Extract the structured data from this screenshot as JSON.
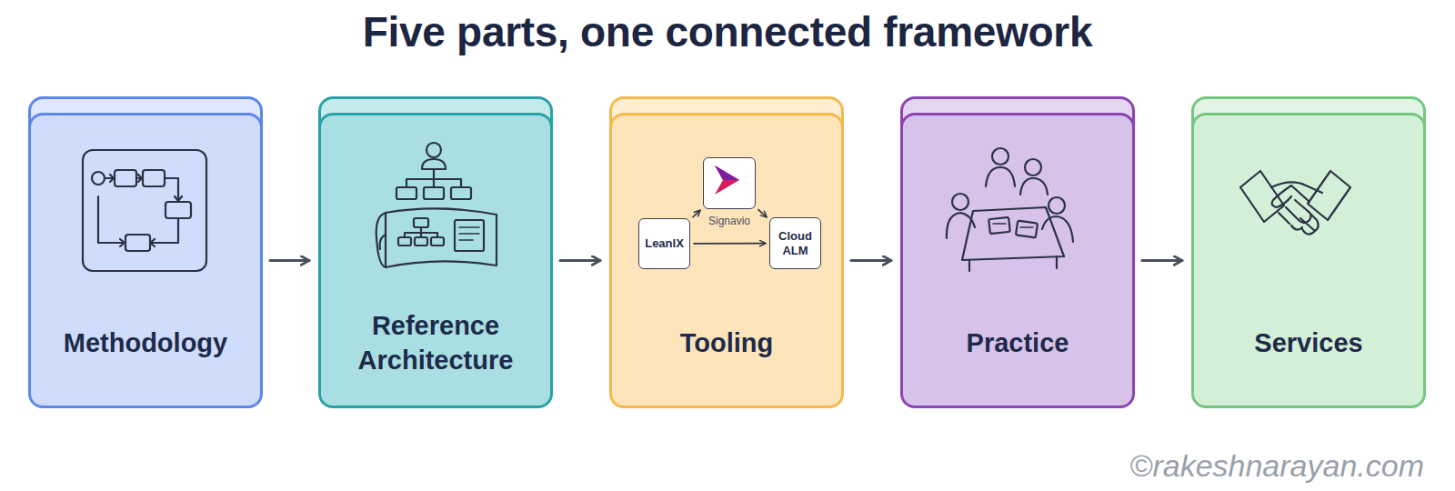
{
  "diagram": {
    "title": "Five parts, one connected framework",
    "nodes": [
      {
        "text": [
          "Methodology"
        ]
      },
      {
        "text": [
          "Reference Architecture"
        ]
      },
      {
        "text": [
          "Tooling"
        ]
      },
      {
        "text": [
          "LeanIX"
        ],
        "in": 2
      },
      {
        "text": [
          "Signavio"
        ],
        "in": 2
      },
      {
        "text": [
          "Cloud ALM"
        ],
        "in": 2
      },
      {
        "text": [
          "Practice"
        ]
      },
      {
        "text": [
          "Services"
        ]
      }
    ],
    "edges": [
      {
        "from": 0,
        "to": 1,
        "arrow": "to"
      },
      {
        "from": 1,
        "to": 2,
        "arrow": "to"
      },
      {
        "from": 2,
        "to": 6,
        "arrow": "to"
      },
      {
        "from": 6,
        "to": 7,
        "arrow": "to"
      },
      {
        "from": 3,
        "to": 4,
        "arrow": "to"
      },
      {
        "from": 4,
        "to": 5,
        "arrow": "to"
      },
      {
        "from": 3,
        "to": 5,
        "arrow": "to"
      }
    ],
    "labels": [
      "©rakeshnarayan.com"
    ]
  }
}
